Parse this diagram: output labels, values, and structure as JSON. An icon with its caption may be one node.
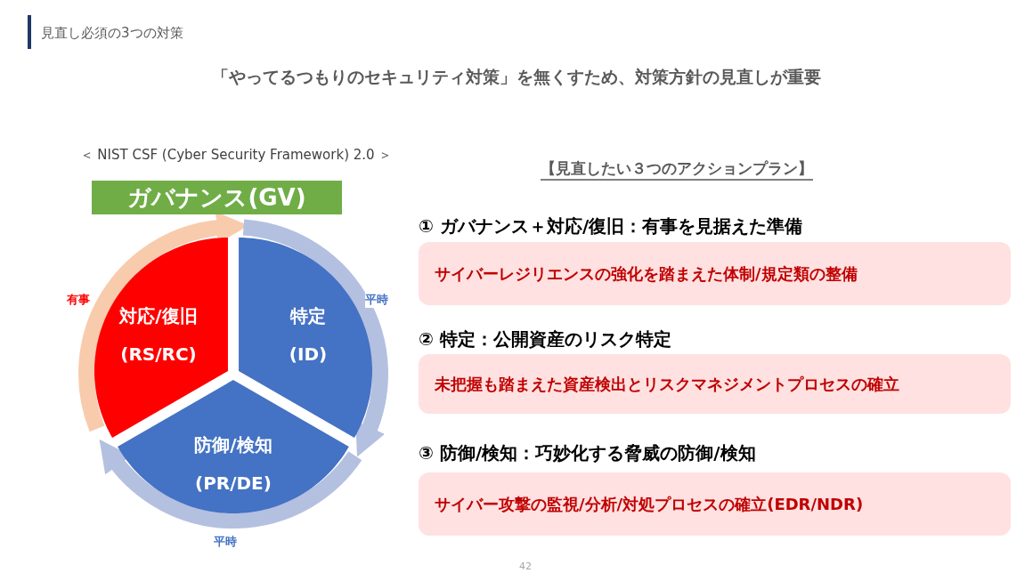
{
  "diagram": {
    "title": "見直し必須の3つの対策",
    "nodes": [
      {
        "text": [
          "ガバナンス(GV)"
        ]
      },
      {
        "text": [
          "対応/復旧",
          "(RS/RC)"
        ]
      },
      {
        "text": [
          "特定",
          "(ID)"
        ]
      },
      {
        "text": [
          "防御/検知",
          "(PR/DE)"
        ]
      },
      {
        "text": [
          "① ガバナンス＋対応/復旧：有事を見据えた準備",
          "サイバーレジリエンスの強化を踏まえた体制/規定類の整備"
        ]
      },
      {
        "text": [
          "② 特定：公開資産のリスク特定",
          "未把握も踏まえた資産検出とリスクマネジメントプロセスの確立"
        ]
      },
      {
        "text": [
          "③ 防御/検知：巧妙化する脅威の防御/検知",
          "サイバー攻撃の監視/分析/対処プロセスの確立(EDR/NDR)"
        ]
      }
    ],
    "edges": [
      {
        "from": 1,
        "to": 2,
        "arrow": "to",
        "label": "有事",
        "color": "#f8cbad"
      },
      {
        "from": 2,
        "to": 3,
        "arrow": "to",
        "label": "平時"
      },
      {
        "from": 3,
        "to": 1,
        "arrow": "to",
        "label": "平時"
      }
    ],
    "labels": [
      "「やってるつもりのセキュリティ対策」を無くすため、対策方針の見直しが重要",
      "＜ NIST CSF (Cyber Security Framework) 2.0 ＞",
      "【見直したい３つのアクションプラン】",
      "42"
    ]
  }
}
